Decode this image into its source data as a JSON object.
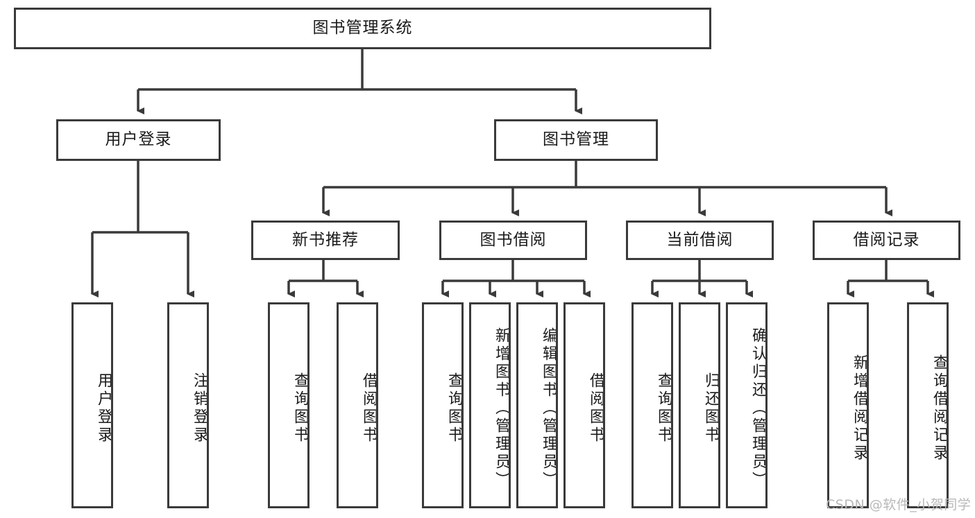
{
  "diagram": {
    "type": "tree-hierarchy",
    "title": "图书管理系统",
    "background_color": "#ffffff",
    "line_color": "#3a3a3a",
    "text_color": "#1a1a1a",
    "nodes": {
      "root": {
        "label": "图书管理系统",
        "orientation": "horizontal"
      },
      "level2": [
        {
          "label": "用户登录",
          "orientation": "horizontal"
        },
        {
          "label": "图书管理",
          "orientation": "horizontal"
        }
      ],
      "level3": [
        {
          "label": "新书推荐",
          "orientation": "horizontal"
        },
        {
          "label": "图书借阅",
          "orientation": "horizontal"
        },
        {
          "label": "当前借阅",
          "orientation": "horizontal"
        },
        {
          "label": "借阅记录",
          "orientation": "horizontal"
        }
      ],
      "leaves_user_login": [
        {
          "label": "用户登录",
          "orientation": "vertical"
        },
        {
          "label": "注销登录",
          "orientation": "vertical"
        }
      ],
      "leaves_new_book": [
        {
          "label": "查询图书",
          "orientation": "vertical"
        },
        {
          "label": "借阅图书",
          "orientation": "vertical"
        }
      ],
      "leaves_borrow": [
        {
          "label": "查询图书",
          "orientation": "vertical"
        },
        {
          "label": "新增图书（管理员）",
          "orientation": "vertical"
        },
        {
          "label": "编辑图书（管理员）",
          "orientation": "vertical"
        },
        {
          "label": "借阅图书",
          "orientation": "vertical"
        }
      ],
      "leaves_current": [
        {
          "label": "查询图书",
          "orientation": "vertical"
        },
        {
          "label": "归还图书",
          "orientation": "vertical"
        },
        {
          "label": "确认归还（管理员）",
          "orientation": "vertical"
        }
      ],
      "leaves_records": [
        {
          "label": "新增借阅记录",
          "orientation": "vertical"
        },
        {
          "label": "查询借阅记录",
          "orientation": "vertical"
        }
      ]
    },
    "watermark": "CSDN @软件_小贺同学"
  }
}
